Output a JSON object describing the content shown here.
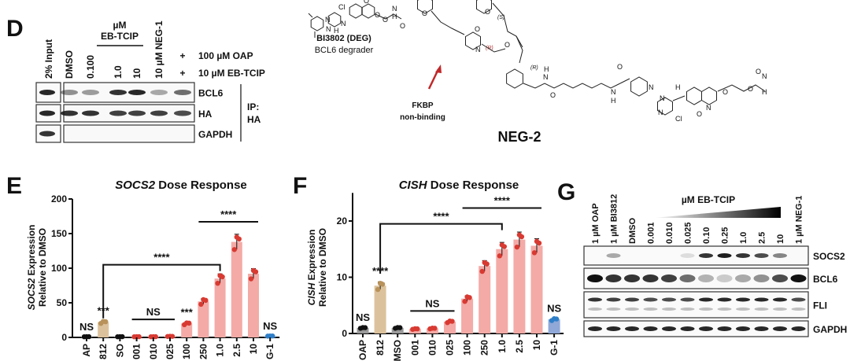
{
  "panels": {
    "D": {
      "letter": "D",
      "lane_labels": [
        "2% Input",
        "DMSO",
        "0.100",
        "1.0",
        "10",
        "10 µM NEG-1",
        "+"
      ],
      "group_header": [
        "µM",
        "EB-TCIP"
      ],
      "treatments": [
        {
          "sign": "+",
          "label": "100 µM OAP"
        },
        {
          "sign": "+",
          "label": "10 µM EB-TCIP"
        }
      ],
      "rows": [
        {
          "label": "BCL6",
          "input": 0.9,
          "lanes": [
            0.45,
            0.4,
            0.85,
            0.9,
            0.35,
            0.6
          ]
        },
        {
          "label": "HA",
          "input": 0.9,
          "lanes": [
            0.85,
            0.85,
            0.8,
            0.8,
            0.8,
            0.75
          ]
        },
        {
          "label": "GAPDH",
          "input": 0.85,
          "lanes": [
            0,
            0,
            0,
            0,
            0,
            0
          ]
        }
      ],
      "ip_label": [
        "IP:",
        "HA"
      ]
    },
    "structures": {
      "bi3802_name": "BI3802 (DEG)",
      "bi3802_desc": "BCL6 degrader",
      "neg2_name": "NEG-2",
      "annotation": [
        "FKBP",
        "non-binding"
      ],
      "stereo": [
        "(S)",
        "(R)",
        "(R)"
      ],
      "atoms": [
        "N",
        "N",
        "N",
        "H",
        "Cl",
        "O",
        "O",
        "O",
        "N",
        "H",
        "O",
        "O",
        "O",
        "N",
        "O",
        "O",
        "N",
        "H",
        "O",
        "N",
        "H",
        "O",
        "N",
        "N",
        "N",
        "H",
        "Cl",
        "N",
        "O",
        "O",
        "O",
        "N",
        "H",
        "O"
      ]
    },
    "G": {
      "letter": "G",
      "lane_labels": [
        "1 µM OAP",
        "1 µM BI3812",
        "DMSO",
        "0.001",
        "0.010",
        "0.025",
        "0.10",
        "0.25",
        "1.0",
        "2.5",
        "10",
        "1 µM NEG-1"
      ],
      "gradient_label": "µM EB-TCIP",
      "rows": [
        {
          "label": "SOCS2",
          "bands": [
            0,
            0.35,
            0,
            0,
            0,
            0.12,
            0.85,
            0.95,
            0.85,
            0.75,
            0.5,
            0
          ]
        },
        {
          "label": "BCL6",
          "bands": [
            1,
            0.85,
            0.85,
            0.85,
            0.8,
            0.6,
            0.3,
            0.2,
            0.35,
            0.45,
            0.75,
            1
          ]
        },
        {
          "label": "FLI",
          "bands": [
            0.85,
            0.8,
            0.8,
            0.75,
            0.75,
            0.75,
            0.9,
            0.9,
            0.9,
            0.9,
            0.9,
            0.75
          ]
        },
        {
          "label": "GAPDH",
          "bands": [
            0.9,
            0.9,
            0.9,
            0.9,
            0.9,
            0.9,
            0.9,
            0.9,
            0.9,
            0.9,
            0.9,
            0.9
          ]
        }
      ]
    }
  },
  "chart_data": [
    {
      "panel": "E",
      "type": "bar",
      "title_italic": "SOCS2",
      "title_rest": " Dose Response",
      "ylabel_italic": "SOCS2",
      "ylabel_rest": " Expression",
      "ylabel_line2": "Relative to DMSO",
      "ylim": [
        0,
        200
      ],
      "yticks": [
        0,
        50,
        100,
        150,
        200
      ],
      "categories": [
        "AP",
        "812",
        "SO",
        "001",
        "010",
        "025",
        "100",
        "250",
        "1.0",
        "2.5",
        "10",
        "G-1"
      ],
      "values": [
        1,
        22,
        1,
        1,
        1,
        1.5,
        20,
        52,
        85,
        138,
        92,
        2
      ],
      "bar_colors": [
        "#9a9a9a",
        "#dcc29c",
        "#9a9a9a",
        "#f4aaa6",
        "#f4aaa6",
        "#f4aaa6",
        "#f4aaa6",
        "#f4aaa6",
        "#f4aaa6",
        "#f4aaa6",
        "#f4aaa6",
        "#8fa8d8"
      ],
      "point_colors": [
        "#111111",
        "#b8925a",
        "#111111",
        "#d83a32",
        "#d83a32",
        "#d83a32",
        "#d83a32",
        "#d83a32",
        "#d83a32",
        "#d83a32",
        "#d83a32",
        "#2f7fc8"
      ],
      "annotations": [
        {
          "text": "NS",
          "type": "label",
          "at": 0
        },
        {
          "text": "***",
          "type": "label",
          "at": 1
        },
        {
          "text": "NS",
          "type": "line",
          "from": 3,
          "to": 5,
          "level": 26
        },
        {
          "text": "***",
          "type": "label",
          "at": 6
        },
        {
          "text": "****",
          "type": "bracket",
          "from": 1,
          "to": 8,
          "level": 105
        },
        {
          "text": "****",
          "type": "line",
          "from": 7,
          "to": 10,
          "level": 167
        },
        {
          "text": "NS",
          "type": "label",
          "at": 11
        }
      ]
    },
    {
      "panel": "F",
      "type": "bar",
      "title_italic": "CISH",
      "title_rest": " Dose Response",
      "ylabel_italic": "CISH",
      "ylabel_rest": " Expression",
      "ylabel_line2": "Relative to DMSO",
      "ylim": [
        0,
        25
      ],
      "yticks": [
        0,
        10,
        20
      ],
      "categories": [
        "OAP",
        "812",
        "MSO",
        "001",
        "010",
        "025",
        "100",
        "250",
        "1.0",
        "2.5",
        "10",
        "G-1"
      ],
      "values": [
        1,
        8.5,
        1,
        0.8,
        0.9,
        2.1,
        6.2,
        12,
        15,
        16.7,
        15.6,
        2.5
      ],
      "bar_colors": [
        "#9a9a9a",
        "#dcc29c",
        "#9a9a9a",
        "#f4aaa6",
        "#f4aaa6",
        "#f4aaa6",
        "#f4aaa6",
        "#f4aaa6",
        "#f4aaa6",
        "#f4aaa6",
        "#f4aaa6",
        "#8fa8d8"
      ],
      "point_colors": [
        "#111111",
        "#b8925a",
        "#111111",
        "#d83a32",
        "#d83a32",
        "#d83a32",
        "#d83a32",
        "#d83a32",
        "#d83a32",
        "#d83a32",
        "#d83a32",
        "#2f7fc8"
      ],
      "annotations": [
        {
          "text": "NS",
          "type": "label",
          "at": 0
        },
        {
          "text": "****",
          "type": "label",
          "at": 1
        },
        {
          "text": "NS",
          "type": "line",
          "from": 3,
          "to": 5,
          "level": 4
        },
        {
          "text": "****",
          "type": "bracket",
          "from": 1,
          "to": 8,
          "level": 19.5
        },
        {
          "text": "****",
          "type": "line",
          "from": 6,
          "to": 10,
          "level": 22.3
        },
        {
          "text": "NS",
          "type": "label",
          "at": 11
        }
      ]
    }
  ]
}
